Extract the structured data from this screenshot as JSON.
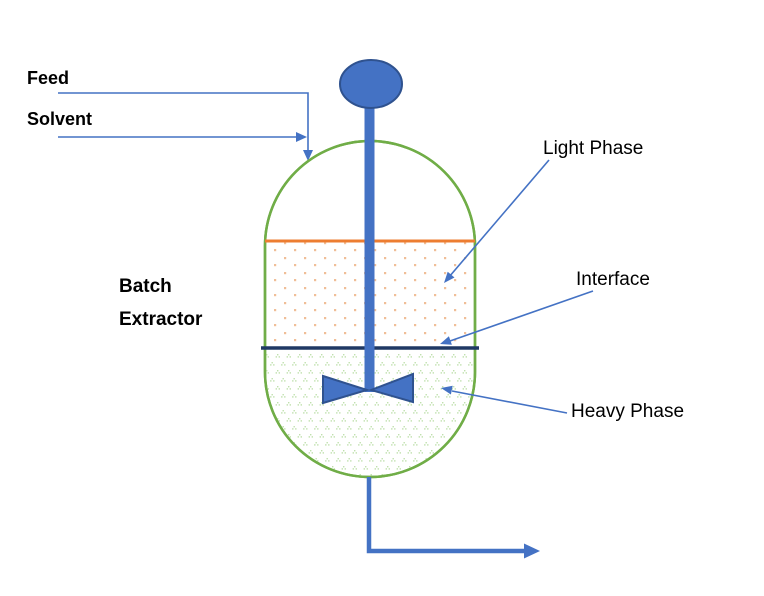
{
  "labels": {
    "feed": "Feed",
    "solvent": "Solvent",
    "vessel": "Batch Extractor",
    "light_phase": "Light Phase",
    "interface": "Interface",
    "heavy_phase": "Heavy Phase"
  },
  "colors": {
    "background": "#FFFFFF",
    "text": "#000000",
    "connector_blue": "#4472C4",
    "vessel_green": "#70AD47",
    "level_orange": "#ED7D31",
    "interface_navy": "#1F3864",
    "impeller_blue": "#4472C4",
    "impeller_outline": "#2F528F",
    "light_phase_dot": "#F0BE97",
    "heavy_phase_dot": "#BFE0AC"
  }
}
